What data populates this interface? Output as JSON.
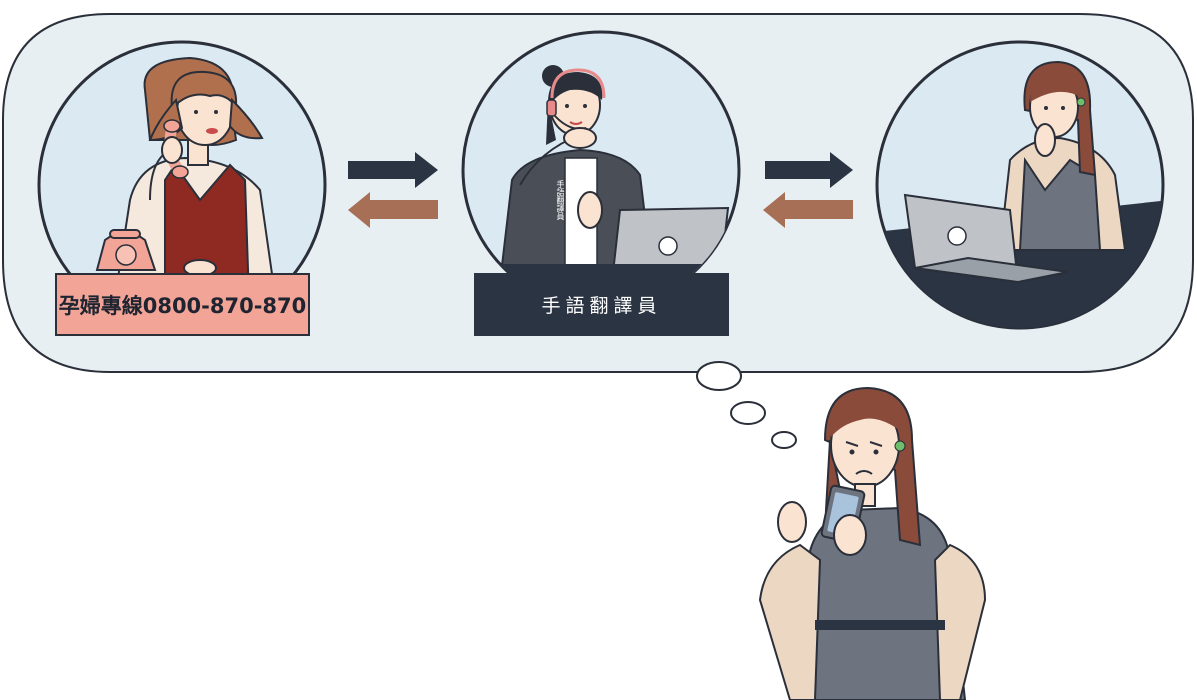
{
  "hotline_label": "孕婦專線0800-870-870",
  "interpreter_label": "手語翻譯員",
  "vest_text": "手語翻譯員",
  "colors": {
    "bubble_fill": "#e7eff3",
    "circle_fill": "#dbe9f3",
    "outline": "#2a2f3a",
    "hotline_box": "#f2a597",
    "interpreter_box": "#2b3443",
    "arrow_dark": "#2b3443",
    "arrow_brown": "#a86f57",
    "hair": "#8a4b3b",
    "skin": "#fbe3d2",
    "red_vest": "#8e2a22",
    "gray_dress": "#6d7480",
    "cream_cardigan": "#ecd7c2",
    "laptop": "#bfc3c8",
    "hearing_aid": "#6fbf6a"
  },
  "icons": [
    "telephone-icon",
    "laptop-icon",
    "headset-icon",
    "hearing-aid-icon",
    "smartphone-icon",
    "arrow-right-icon",
    "arrow-left-icon"
  ]
}
